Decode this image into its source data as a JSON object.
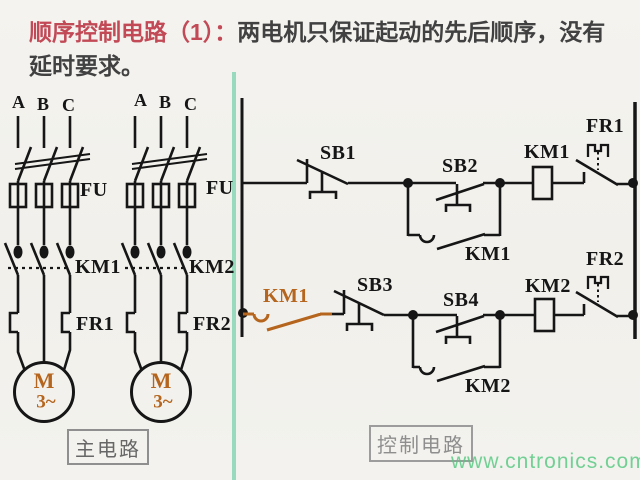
{
  "title": {
    "highlight": "顺序控制电路（1）：",
    "rest": "两电机只保证起动的先后顺序，没有",
    "line2": "延时要求。"
  },
  "main_circuit": {
    "caption": "主电路",
    "groups": [
      {
        "phases": [
          "A",
          "B",
          "C"
        ],
        "fuse": "FU",
        "contactor": "KM1",
        "thermal": "FR1",
        "motor_letter": "M",
        "motor_phase": "3~"
      },
      {
        "phases": [
          "A",
          "B",
          "C"
        ],
        "fuse": "FU",
        "contactor": "KM2",
        "thermal": "FR2",
        "motor_letter": "M",
        "motor_phase": "3~"
      }
    ]
  },
  "control_circuit": {
    "caption": "控制电路",
    "rung1": {
      "stop_button": "SB1",
      "start_button": "SB2",
      "seal_contact": "KM1",
      "coil": "KM1",
      "overload": "FR1"
    },
    "rung2": {
      "interlock_contact": "KM1",
      "stop_button": "SB3",
      "start_button": "SB4",
      "seal_contact": "KM2",
      "coil": "KM2",
      "overload": "FR2"
    }
  },
  "watermark": "www.cntronics.com",
  "colors": {
    "title_red": "#c24a57",
    "interlock_orange": "#b5651d",
    "divider_teal": "#8fd8b8",
    "watermark_green": "#52c87e"
  }
}
